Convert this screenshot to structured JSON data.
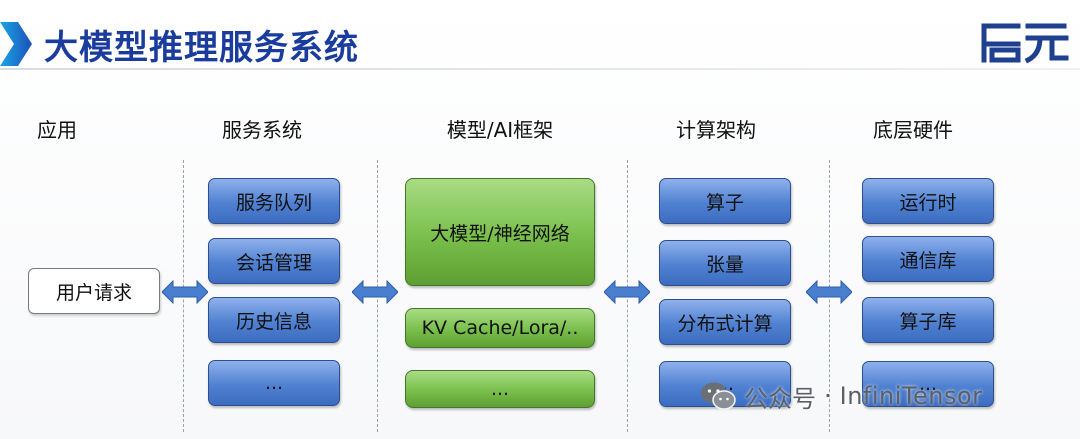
{
  "header": {
    "title": "大模型推理服务系统",
    "logo_text": "启元"
  },
  "columns": {
    "app": {
      "heading": "应用",
      "items": [
        "用户请求"
      ]
    },
    "service": {
      "heading": "服务系统",
      "items": [
        "服务队列",
        "会话管理",
        "历史信息",
        "..."
      ]
    },
    "framework": {
      "heading": "模型/AI框架",
      "items": [
        "大模型/神经网络",
        "KV Cache/Lora/..",
        "..."
      ]
    },
    "compute": {
      "heading": "计算架构",
      "items": [
        "算子",
        "张量",
        "分布式计算",
        "..."
      ]
    },
    "hardware": {
      "heading": "底层硬件",
      "items": [
        "运行时",
        "通信库",
        "算子库",
        "..."
      ]
    }
  },
  "watermark": {
    "channel_label": "公众号",
    "separator": "·",
    "channel_name": "InfiniTensor"
  },
  "colors": {
    "title": "#1a3c9c",
    "box_blue": "#4f81d1",
    "box_green": "#79bf4b",
    "arrow": "#4a7fd0"
  },
  "icons": [
    "chevron-icon",
    "double-arrow-icon",
    "wechat-icon"
  ]
}
